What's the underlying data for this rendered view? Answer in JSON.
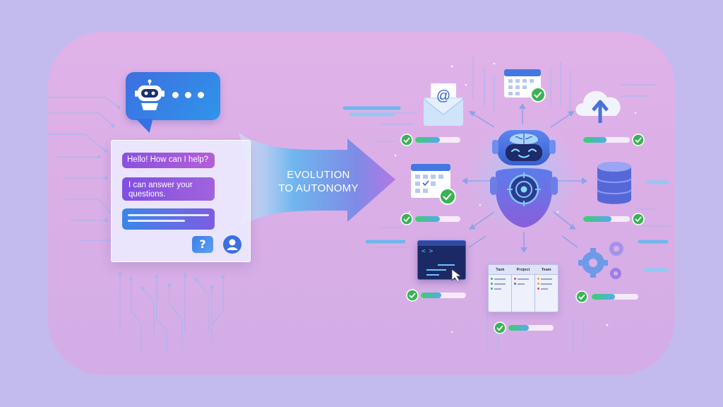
{
  "scene": {
    "background_color": "#c3bbee",
    "panel_color": "#dcb0e7",
    "accent_colors": [
      "#3d6fe0",
      "#8b50e0",
      "#39b356",
      "#55a9ec"
    ]
  },
  "chat": {
    "messages": [
      "Hello! How can I help?",
      "I can answer your questions."
    ],
    "icons": [
      "robot-icon",
      "question-icon",
      "user-icon"
    ]
  },
  "arrow": {
    "line1": "EVOLUTION",
    "line2": "TO AUTONOMY"
  },
  "agent": {
    "icons": [
      "robot-brain-icon",
      "target-icon"
    ]
  },
  "tasks": [
    {
      "name": "email",
      "icon": "email-icon",
      "progress": 0.55
    },
    {
      "name": "calendar-top",
      "icon": "calendar-icon",
      "progress": 1.0
    },
    {
      "name": "cloud-upload",
      "icon": "cloud-upload-icon",
      "progress": 0.5
    },
    {
      "name": "calendar-left",
      "icon": "calendar-icon",
      "progress": 0.55
    },
    {
      "name": "database",
      "icon": "database-icon",
      "progress": 0.6
    },
    {
      "name": "code",
      "icon": "code-editor-icon",
      "progress": 0.45
    },
    {
      "name": "kanban",
      "icon": "kanban-board-icon",
      "progress": 0.45
    },
    {
      "name": "settings",
      "icon": "gears-icon",
      "progress": 0.5
    }
  ],
  "kanban": {
    "columns": [
      "Task",
      "Project",
      "Team"
    ]
  },
  "code": {
    "tag": "< >"
  }
}
